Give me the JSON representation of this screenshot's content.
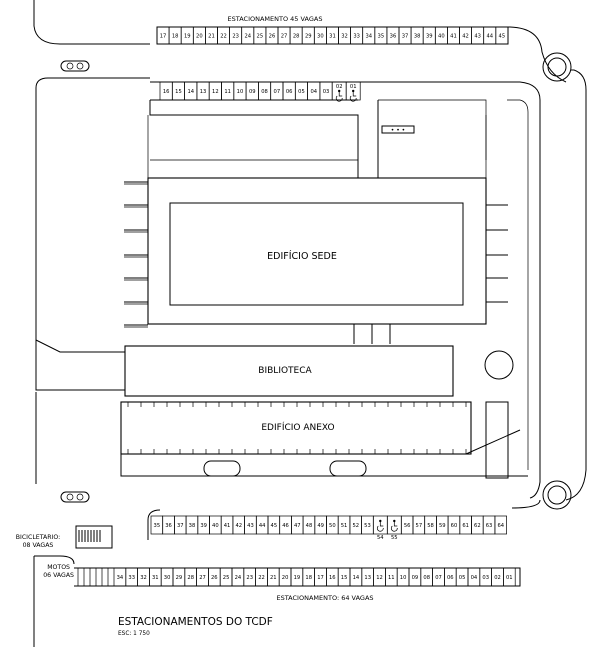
{
  "labels": {
    "top_lot": "ESTACIONAMENTO 45 VAGAS",
    "bottom_lot": "ESTACIONAMENTO: 64 VAGAS",
    "main_building": "EDIFÍCIO SEDE",
    "library": "BIBLIOTECA",
    "annex": "EDIFÍCIO ANEXO",
    "bike_line1": "BICICLETARIO:",
    "bike_line2": "08 VAGAS",
    "moto_line1": "MOTOS",
    "moto_line2": "06 VAGAS",
    "title": "ESTACIONAMENTOS DO TCDF",
    "scale": "ESC: 1 750"
  },
  "top_row_slots": [
    "17",
    "18",
    "19",
    "20",
    "21",
    "22",
    "23",
    "24",
    "25",
    "26",
    "27",
    "28",
    "29",
    "30",
    "31",
    "32",
    "33",
    "34",
    "35",
    "36",
    "37",
    "38",
    "39",
    "40",
    "41",
    "42",
    "43",
    "44",
    "45"
  ],
  "upper_row_slots": [
    "16",
    "15",
    "14",
    "13",
    "12",
    "11",
    "10",
    "09",
    "08",
    "07",
    "06",
    "05",
    "04",
    "03"
  ],
  "upper_accessible_slots": [
    "02",
    "01"
  ],
  "middle_row_slots": [
    "35",
    "36",
    "37",
    "38",
    "39",
    "40",
    "41",
    "42",
    "43",
    "44",
    "45",
    "46",
    "47",
    "48",
    "49",
    "50",
    "51",
    "52",
    "53"
  ],
  "middle_accessible_slots": [
    "54",
    "55"
  ],
  "middle_row_slots_right": [
    "56",
    "57",
    "58",
    "59",
    "60",
    "61",
    "62",
    "63",
    "64"
  ],
  "bottom_row_slots": [
    "34",
    "33",
    "32",
    "31",
    "30",
    "29",
    "28",
    "27",
    "26",
    "25",
    "24",
    "23",
    "22",
    "21",
    "20",
    "19",
    "18",
    "17",
    "16",
    "15",
    "14",
    "13",
    "12",
    "11",
    "10",
    "09",
    "08",
    "07",
    "06",
    "05",
    "04",
    "03",
    "02",
    "01"
  ],
  "colors": {
    "line": "#000000",
    "background": "#ffffff"
  }
}
